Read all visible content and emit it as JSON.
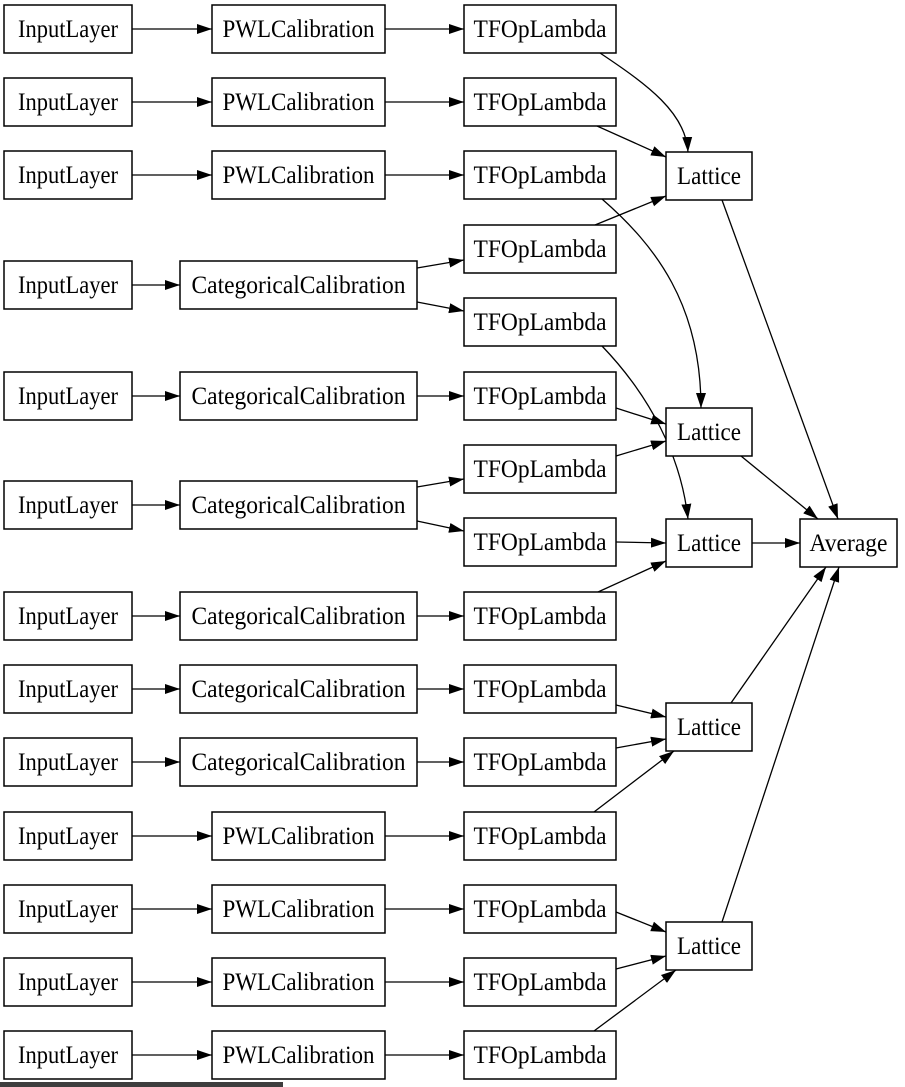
{
  "diagram": {
    "type": "model-architecture-graph",
    "colors": {
      "background": "#ffffff",
      "node_fill": "#ffffff",
      "node_border": "#000000",
      "edge": "#000000",
      "text": "#000000",
      "footer_bar": "#3d3d3d"
    },
    "nodes": [
      {
        "id": "il1",
        "label": "InputLayer"
      },
      {
        "id": "il2",
        "label": "InputLayer"
      },
      {
        "id": "il3",
        "label": "InputLayer"
      },
      {
        "id": "il4",
        "label": "InputLayer"
      },
      {
        "id": "il5",
        "label": "InputLayer"
      },
      {
        "id": "il6",
        "label": "InputLayer"
      },
      {
        "id": "il7",
        "label": "InputLayer"
      },
      {
        "id": "il8",
        "label": "InputLayer"
      },
      {
        "id": "il9",
        "label": "InputLayer"
      },
      {
        "id": "il10",
        "label": "InputLayer"
      },
      {
        "id": "il11",
        "label": "InputLayer"
      },
      {
        "id": "il12",
        "label": "InputLayer"
      },
      {
        "id": "il13",
        "label": "InputLayer"
      },
      {
        "id": "pwl1",
        "label": "PWLCalibration"
      },
      {
        "id": "pwl2",
        "label": "PWLCalibration"
      },
      {
        "id": "pwl3",
        "label": "PWLCalibration"
      },
      {
        "id": "cat1",
        "label": "CategoricalCalibration"
      },
      {
        "id": "cat2",
        "label": "CategoricalCalibration"
      },
      {
        "id": "cat3",
        "label": "CategoricalCalibration"
      },
      {
        "id": "cat4",
        "label": "CategoricalCalibration"
      },
      {
        "id": "cat5",
        "label": "CategoricalCalibration"
      },
      {
        "id": "cat6",
        "label": "CategoricalCalibration"
      },
      {
        "id": "pwl4",
        "label": "PWLCalibration"
      },
      {
        "id": "pwl5",
        "label": "PWLCalibration"
      },
      {
        "id": "pwl6",
        "label": "PWLCalibration"
      },
      {
        "id": "pwl7",
        "label": "PWLCalibration"
      },
      {
        "id": "lam1",
        "label": "TFOpLambda"
      },
      {
        "id": "lam2",
        "label": "TFOpLambda"
      },
      {
        "id": "lam3",
        "label": "TFOpLambda"
      },
      {
        "id": "lam4",
        "label": "TFOpLambda"
      },
      {
        "id": "lam5",
        "label": "TFOpLambda"
      },
      {
        "id": "lam6",
        "label": "TFOpLambda"
      },
      {
        "id": "lam7",
        "label": "TFOpLambda"
      },
      {
        "id": "lam8",
        "label": "TFOpLambda"
      },
      {
        "id": "lam9",
        "label": "TFOpLambda"
      },
      {
        "id": "lam10",
        "label": "TFOpLambda"
      },
      {
        "id": "lam11",
        "label": "TFOpLambda"
      },
      {
        "id": "lam12",
        "label": "TFOpLambda"
      },
      {
        "id": "lam13",
        "label": "TFOpLambda"
      },
      {
        "id": "lam14",
        "label": "TFOpLambda"
      },
      {
        "id": "lam15",
        "label": "TFOpLambda"
      },
      {
        "id": "lat1",
        "label": "Lattice"
      },
      {
        "id": "lat2",
        "label": "Lattice"
      },
      {
        "id": "lat3",
        "label": "Lattice"
      },
      {
        "id": "lat4",
        "label": "Lattice"
      },
      {
        "id": "lat5",
        "label": "Lattice"
      },
      {
        "id": "avg",
        "label": "Average"
      }
    ],
    "edges": [
      {
        "from": "il1",
        "to": "pwl1"
      },
      {
        "from": "il2",
        "to": "pwl2"
      },
      {
        "from": "il3",
        "to": "pwl3"
      },
      {
        "from": "il4",
        "to": "cat1"
      },
      {
        "from": "il5",
        "to": "cat2"
      },
      {
        "from": "il6",
        "to": "cat3"
      },
      {
        "from": "il7",
        "to": "cat4"
      },
      {
        "from": "il8",
        "to": "cat5"
      },
      {
        "from": "il9",
        "to": "cat6"
      },
      {
        "from": "il10",
        "to": "pwl4"
      },
      {
        "from": "il11",
        "to": "pwl5"
      },
      {
        "from": "il12",
        "to": "pwl6"
      },
      {
        "from": "il13",
        "to": "pwl7"
      },
      {
        "from": "pwl1",
        "to": "lam1"
      },
      {
        "from": "pwl2",
        "to": "lam2"
      },
      {
        "from": "pwl3",
        "to": "lam3"
      },
      {
        "from": "cat1",
        "to": "lam4"
      },
      {
        "from": "cat1",
        "to": "lam5"
      },
      {
        "from": "cat2",
        "to": "lam6"
      },
      {
        "from": "cat3",
        "to": "lam7"
      },
      {
        "from": "cat3",
        "to": "lam8"
      },
      {
        "from": "cat4",
        "to": "lam9"
      },
      {
        "from": "cat5",
        "to": "lam10"
      },
      {
        "from": "cat6",
        "to": "lam11"
      },
      {
        "from": "pwl4",
        "to": "lam12"
      },
      {
        "from": "pwl5",
        "to": "lam13"
      },
      {
        "from": "pwl6",
        "to": "lam14"
      },
      {
        "from": "pwl7",
        "to": "lam15"
      },
      {
        "from": "lam1",
        "to": "lat1"
      },
      {
        "from": "lam2",
        "to": "lat1"
      },
      {
        "from": "lam4",
        "to": "lat1"
      },
      {
        "from": "lam3",
        "to": "lat2"
      },
      {
        "from": "lam6",
        "to": "lat2"
      },
      {
        "from": "lam7",
        "to": "lat2"
      },
      {
        "from": "lam5",
        "to": "lat3"
      },
      {
        "from": "lam8",
        "to": "lat3"
      },
      {
        "from": "lam9",
        "to": "lat3"
      },
      {
        "from": "lam10",
        "to": "lat4"
      },
      {
        "from": "lam11",
        "to": "lat4"
      },
      {
        "from": "lam12",
        "to": "lat4"
      },
      {
        "from": "lam13",
        "to": "lat5"
      },
      {
        "from": "lam14",
        "to": "lat5"
      },
      {
        "from": "lam15",
        "to": "lat5"
      },
      {
        "from": "lat1",
        "to": "avg"
      },
      {
        "from": "lat2",
        "to": "avg"
      },
      {
        "from": "lat3",
        "to": "avg"
      },
      {
        "from": "lat4",
        "to": "avg"
      },
      {
        "from": "lat5",
        "to": "avg"
      }
    ]
  }
}
